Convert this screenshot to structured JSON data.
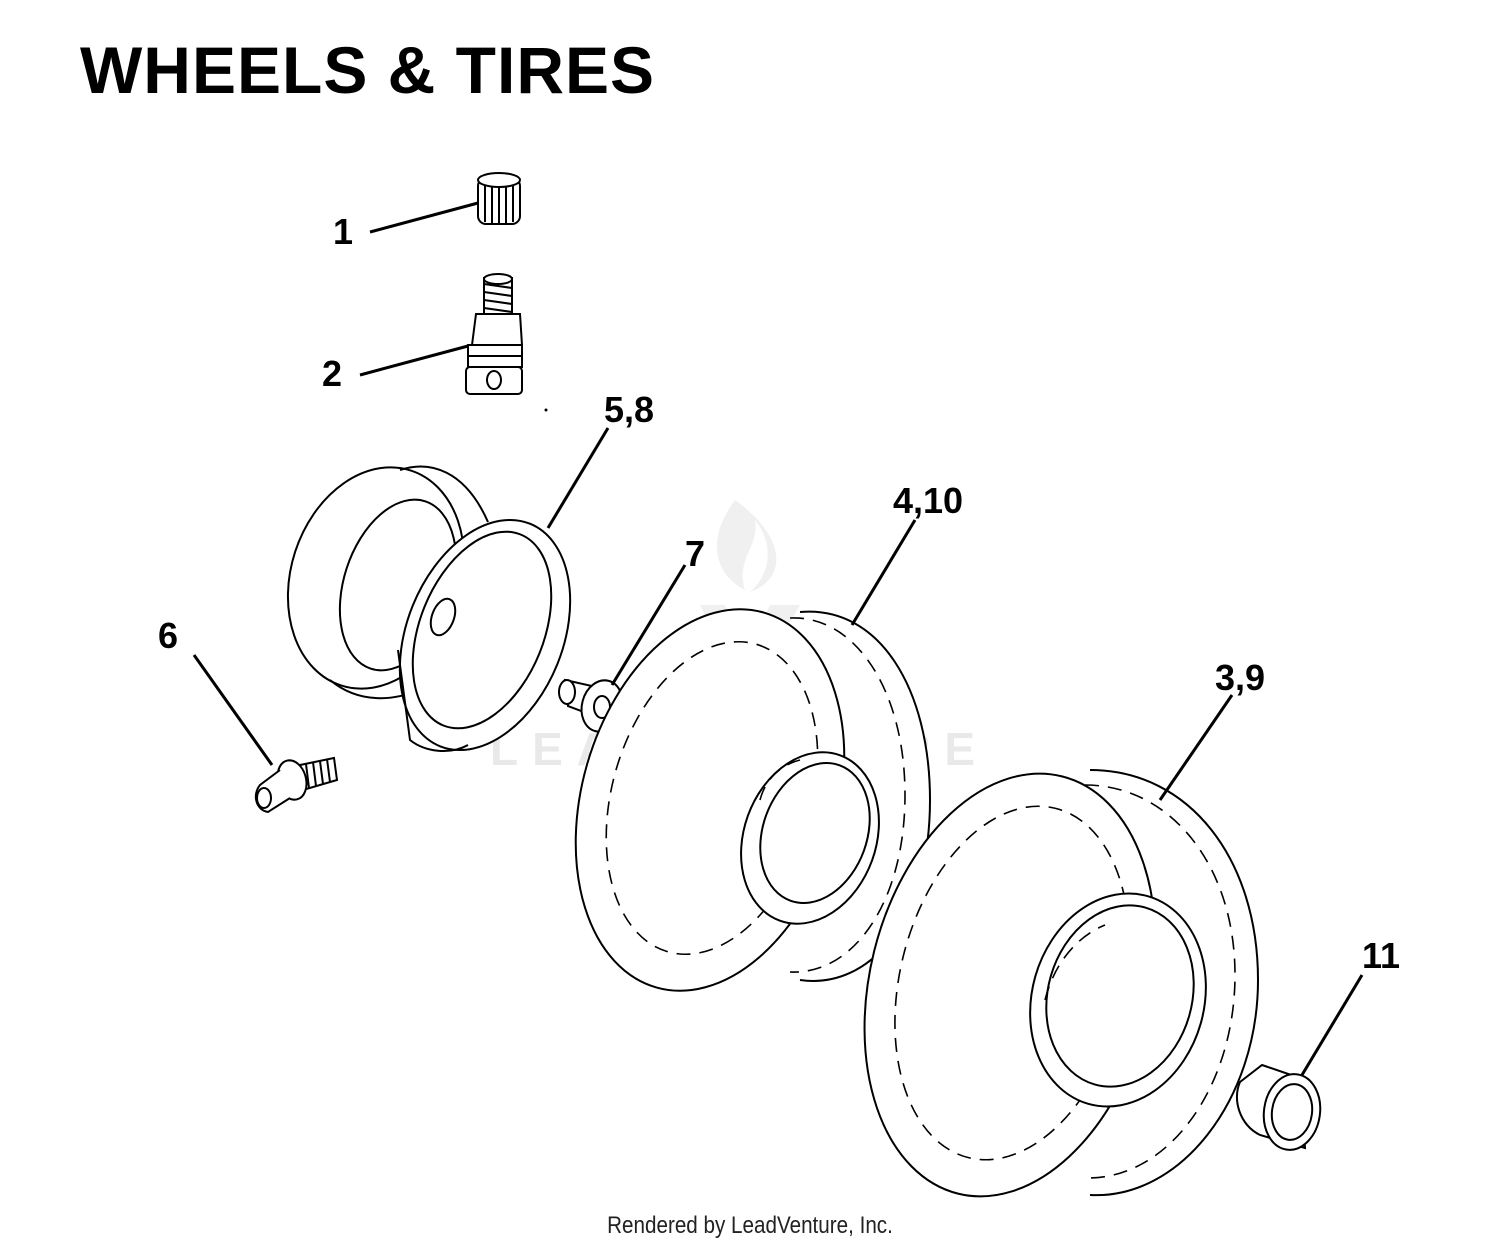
{
  "title": "WHEELS & TIRES",
  "callouts": {
    "c1": "1",
    "c2": "2",
    "c58": "5,8",
    "c410": "4,10",
    "c7": "7",
    "c6": "6",
    "c39": "3,9",
    "c11": "11"
  },
  "watermark": "LEADVENTURE",
  "footer": "Rendered by LeadVenture, Inc."
}
